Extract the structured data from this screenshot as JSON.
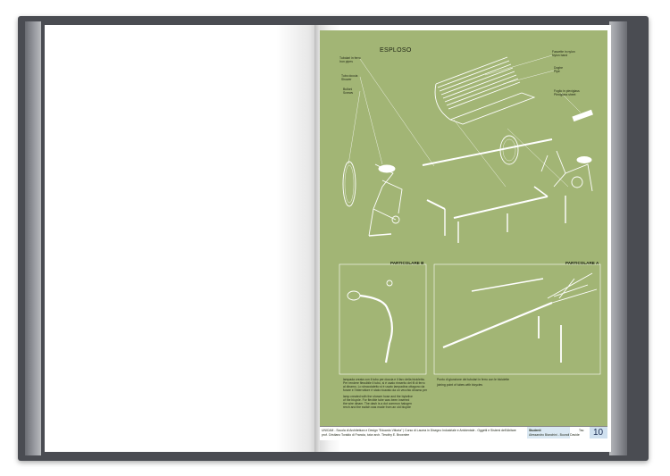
{
  "page": {
    "title": "ESPLOSO",
    "page_number": "10"
  },
  "labels": {
    "tubolari": {
      "it": "Tubolari in ferro",
      "en": "Iron pipes"
    },
    "tubo_doccia": {
      "it": "Tubo doccia",
      "en": "Shower"
    },
    "bulloni": {
      "it": "Bulloni",
      "en": "Screws"
    },
    "fascette": {
      "it": "Fascette in nylon",
      "en": "Nylon band"
    },
    "doghe": {
      "it": "Doghe",
      "en": "Pipe"
    },
    "foglio": {
      "it": "Foglio in plexiglass",
      "en": "Plexiglass sheet"
    }
  },
  "details": {
    "b_title": "PARTICOLARE B",
    "a_title": "PARTICOLARE A",
    "b_text_it": [
      "lampada creata con il tubo per doccia e il faro della bicicletta.",
      "Per rendere flessibile il tubo, si è usato rinserito del fil di ferro",
      "al dinamo, Lo sbraccialetto si è usato lampadina ottagono da",
      "forare e l'interruttore è stato ricavato da un vecchio dinamo per"
    ],
    "b_text_en": [
      "lamp created with the shower hose and the bykelive",
      "of the bicycle. For flexible tube was been inserted",
      "the wire dinam. The dash is a dot common halogen",
      "rerch and the switch was made from an old bicycle"
    ],
    "a_text_it": "Punto di giunzione dei tubolari in ferro con le biciclette",
    "a_text_en": "joining point of tubes with bicycles"
  },
  "footer": {
    "line1": "UNICAM - Scuola di Architettura e Design \"Eduardo Vittoria\" | Corso di Laurea in Disegno Industriale e Ambientale - Oggetti e Sistemi dell'Abitare",
    "line2": "prof. Cristiano Toraldo di Francia, tutor arch. Timothy E. Brownlee",
    "students_label": "Studenti",
    "students": "Alessandro Bianchini - Buondi Davide",
    "tav_label": "Tav."
  },
  "colors": {
    "panel": "#a2b575",
    "cover": "#4a4c52",
    "line": "#ffffff"
  }
}
